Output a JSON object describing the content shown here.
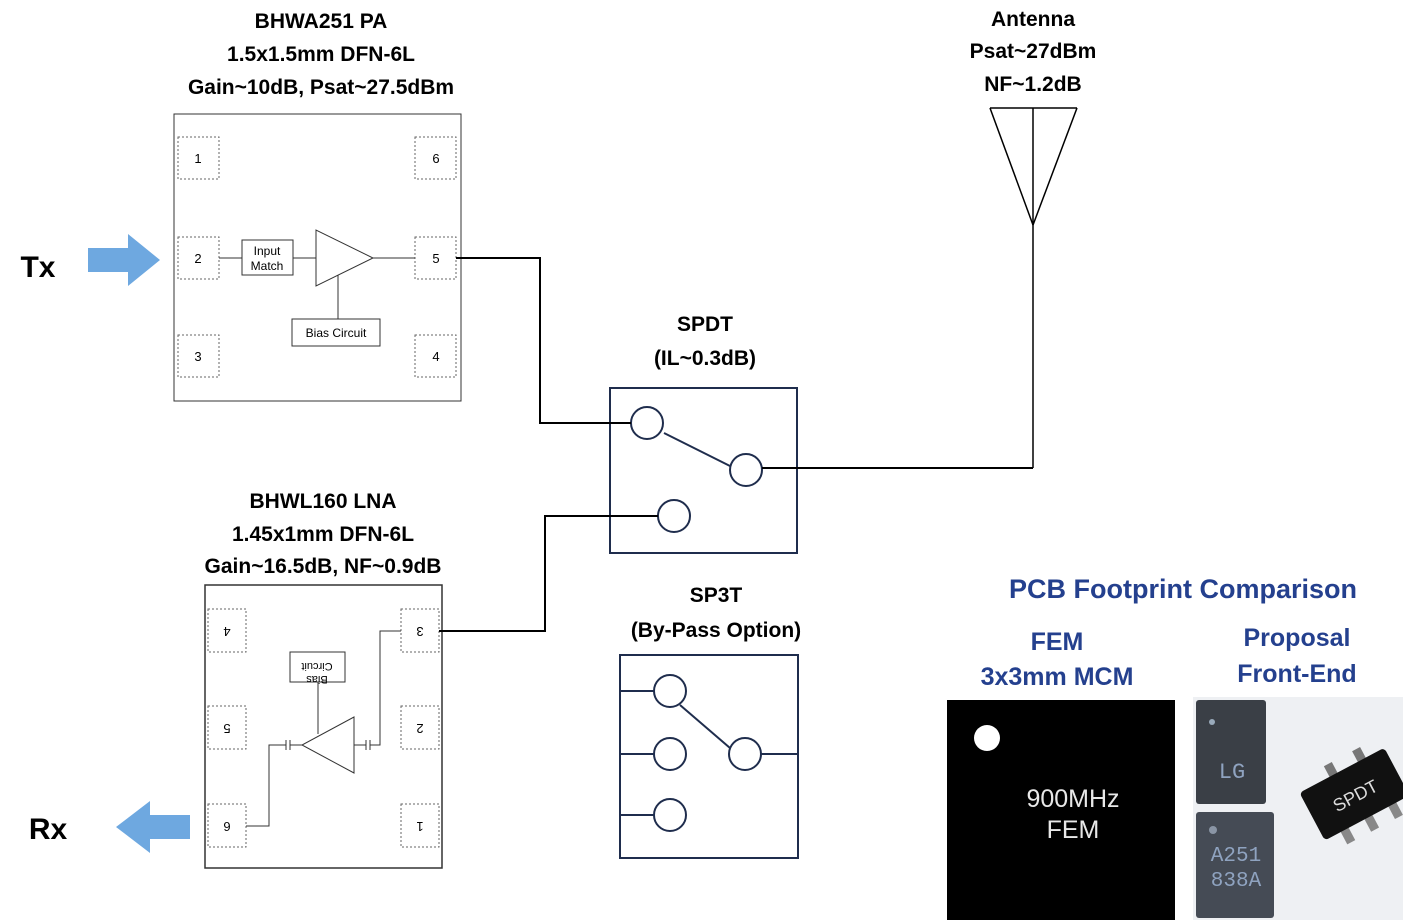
{
  "pa": {
    "title": [
      "BHWA251 PA",
      "1.5x1.5mm DFN-6L",
      "Gain~10dB, Psat~27.5dBm"
    ],
    "pins": [
      "1",
      "2",
      "3",
      "4",
      "5",
      "6"
    ],
    "input_match": [
      "Input",
      "Match"
    ],
    "bias": "Bias Circuit"
  },
  "tx_label": "Tx",
  "rx_label": "Rx",
  "antenna": {
    "title": [
      "Antenna",
      "Psat~27dBm",
      "NF~1.2dB"
    ]
  },
  "spdt": {
    "title": [
      "SPDT",
      "(IL~0.3dB)"
    ]
  },
  "sp3t": {
    "title": [
      "SP3T",
      "(By-Pass Option)"
    ]
  },
  "lna": {
    "title": [
      "BHWL160 LNA",
      "1.45x1mm DFN-6L",
      "Gain~16.5dB, NF~0.9dB"
    ],
    "pins": [
      "1",
      "2",
      "3",
      "4",
      "5",
      "6"
    ],
    "bias": [
      "Bias",
      "Circuit"
    ]
  },
  "pcb": {
    "title": "PCB Footprint Comparison",
    "fem_label": [
      "FEM",
      "3x3mm MCM"
    ],
    "proposal_label": [
      "Proposal",
      "Front-End"
    ],
    "fem_chip_text": [
      "900MHz",
      "FEM"
    ],
    "chip_markings": [
      "LG",
      "A251",
      "838A",
      "SPDT"
    ]
  },
  "colors": {
    "arrow": "#6ea8e0",
    "switch": "#1f2d4d",
    "pcb_title": "#24408e"
  }
}
